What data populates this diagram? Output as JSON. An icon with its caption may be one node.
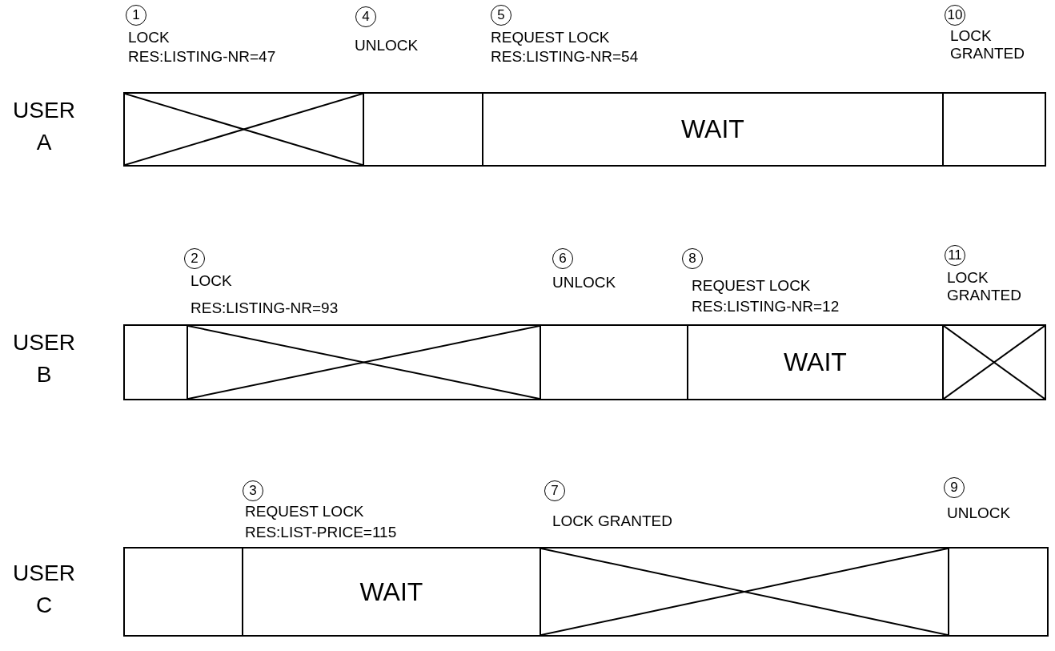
{
  "diagram": {
    "nodes": [
      {
        "text": [],
        "shape": "cross"
      },
      {
        "text": [],
        "shape": "box"
      },
      {
        "text": [
          "WAIT"
        ]
      },
      {
        "text": [],
        "shape": "box"
      },
      {
        "text": [],
        "shape": "box"
      },
      {
        "text": [],
        "shape": "cross"
      },
      {
        "text": [],
        "shape": "box"
      },
      {
        "text": [
          "WAIT"
        ]
      },
      {
        "text": [],
        "shape": "cross"
      },
      {
        "text": [],
        "shape": "box"
      },
      {
        "text": [
          "WAIT"
        ]
      },
      {
        "text": [],
        "shape": "cross"
      },
      {
        "text": [],
        "shape": "box"
      }
    ],
    "labels": [
      "1",
      "LOCK",
      "RES:LISTING-NR=47",
      "4",
      "UNLOCK",
      "5",
      "REQUEST LOCK",
      "RES:LISTING-NR=54",
      "10",
      "LOCK GRANTED",
      "USER A",
      "2",
      "LOCK",
      "RES:LISTING-NR=93",
      "6",
      "UNLOCK",
      "8",
      "REQUEST LOCK",
      "RES:LISTING-NR=12",
      "11",
      "LOCK GRANTED",
      "USER B",
      "3",
      "REQUEST LOCK",
      "RES:LIST-PRICE=115",
      "7",
      "LOCK GRANTED",
      "9",
      "UNLOCK",
      "USER C"
    ]
  }
}
